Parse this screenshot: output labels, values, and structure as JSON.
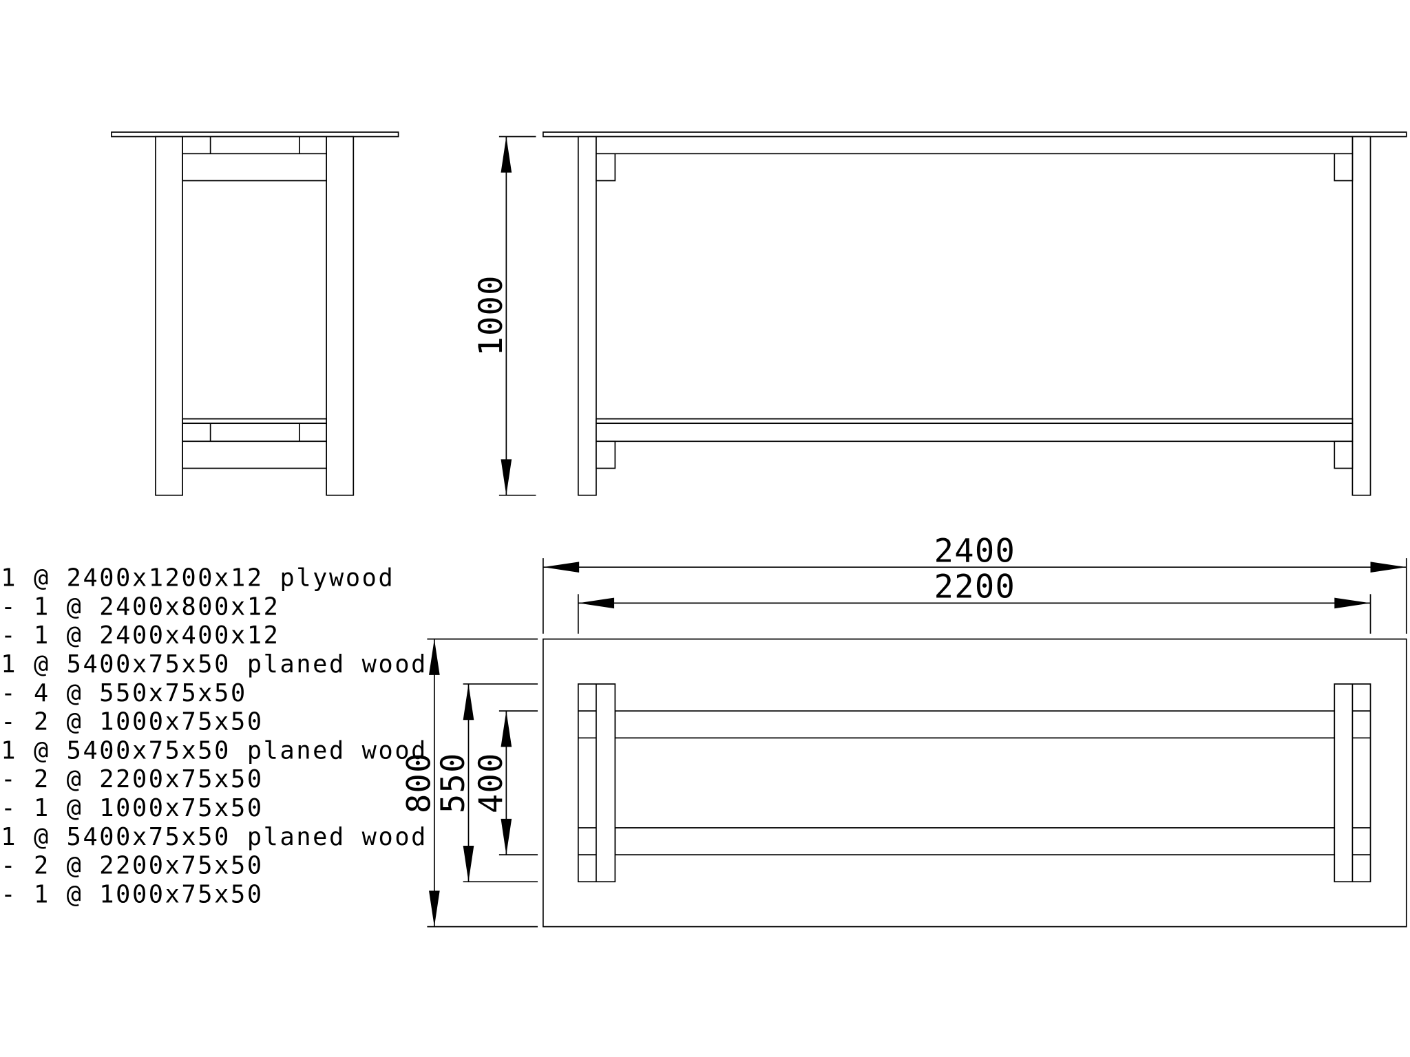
{
  "drawing": {
    "title": "Table / workbench CAD drawing",
    "dimensions": {
      "height": "1000",
      "overall_length": "2400",
      "inner_length": "2200",
      "overall_depth": "800",
      "leg_span": "550",
      "rail_span": "400"
    },
    "cut_list": [
      "1 @ 2400x1200x12 plywood",
      "- 1 @ 2400x800x12",
      "- 1 @ 2400x400x12",
      "1 @ 5400x75x50 planed wood",
      "- 4 @ 550x75x50",
      "- 2 @ 1000x75x50",
      "1 @ 5400x75x50 planed wood",
      "- 2 @ 2200x75x50",
      "- 1 @ 1000x75x50",
      "1 @ 5400x75x50 planed wood",
      "- 2 @ 2200x75x50",
      "- 1 @ 1000x75x50"
    ]
  }
}
